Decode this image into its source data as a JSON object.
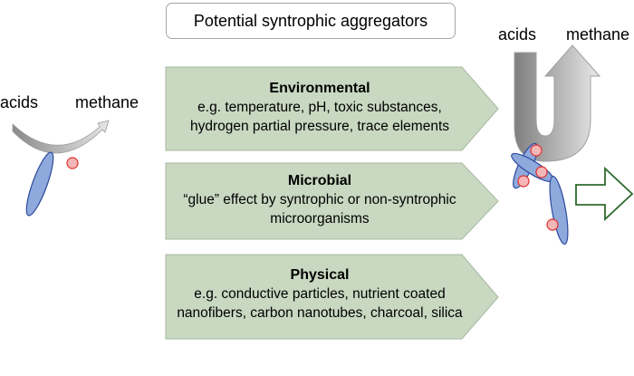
{
  "title": "Potential syntrophic aggregators",
  "factors": [
    {
      "heading": "Environmental",
      "lines": [
        "e.g. temperature, pH, toxic substances,",
        "hydrogen partial pressure, trace elements"
      ]
    },
    {
      "heading": "Microbial",
      "lines": [
        "“glue” effect by syntrophic or non-syntrophic",
        "microorganisms"
      ]
    },
    {
      "heading": "Physical",
      "lines": [
        "e.g. conductive particles, nutrient coated",
        "nanofibers, carbon nanotubes,  charcoal, silica"
      ]
    }
  ],
  "left": {
    "input_label": "acids",
    "output_label": "methane"
  },
  "right": {
    "input_label": "acids",
    "output_label": "methane"
  },
  "colors": {
    "chevron_fill": "#c8d8c1",
    "chevron_stroke": "#a9b9a3",
    "microbe_fill": "#8ea9db",
    "microbe_stroke": "#2e4a9e",
    "partner_fill": "#f4b6b6",
    "partner_stroke": "#e03030",
    "arrow_green": "#2e6b2e"
  }
}
